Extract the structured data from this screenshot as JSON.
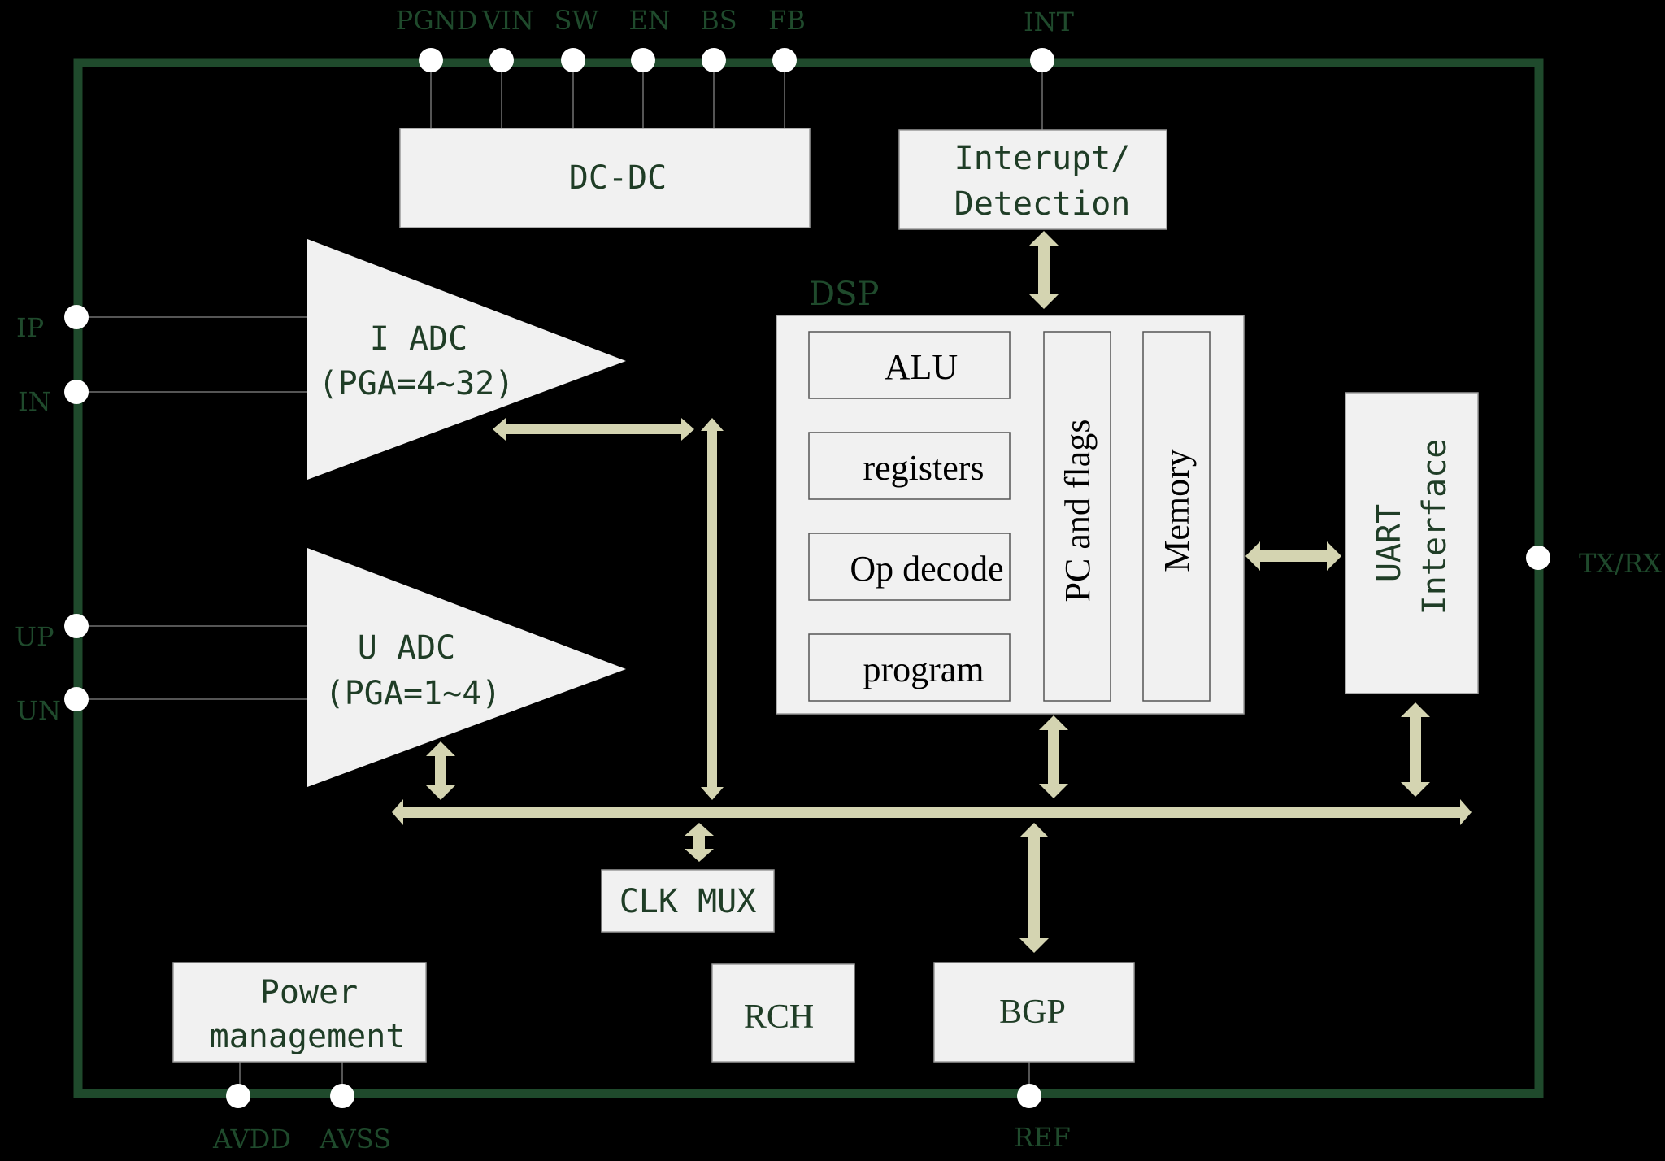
{
  "pins": {
    "top": [
      "PGND",
      "VIN",
      "SW",
      "EN",
      "BS",
      "FB"
    ],
    "int": "INT",
    "left": [
      "IP",
      "IN",
      "UP",
      "UN"
    ],
    "right": "TX/RX",
    "bottom_left": [
      "AVDD",
      "AVSS"
    ],
    "bottom_ref": "REF"
  },
  "blocks": {
    "dcdc": "DC-DC",
    "interrupt_line1": "Interupt/",
    "interrupt_line2": "Detection",
    "dsp_title": "DSP",
    "alu": "ALU",
    "registers": "registers",
    "op_decode": "Op decode",
    "program": "program",
    "pc_flags": "PC and flags",
    "memory": "Memory",
    "uart_line1": "UART",
    "uart_line2": "Interface",
    "i_adc_line1": "I ADC",
    "i_adc_line2": "(PGA=4~32)",
    "u_adc_line1": "U ADC",
    "u_adc_line2": "(PGA=1~4)",
    "clk_mux": "CLK MUX",
    "power_line1": "Power",
    "power_line2": "management",
    "rch": "RCH",
    "bgp": "BGP"
  },
  "colors": {
    "background": "#000000",
    "border": "#1f4a2c",
    "block_fill": "#f1f1f1",
    "bus": "#d4d4b1",
    "pin": "#ffffff"
  }
}
